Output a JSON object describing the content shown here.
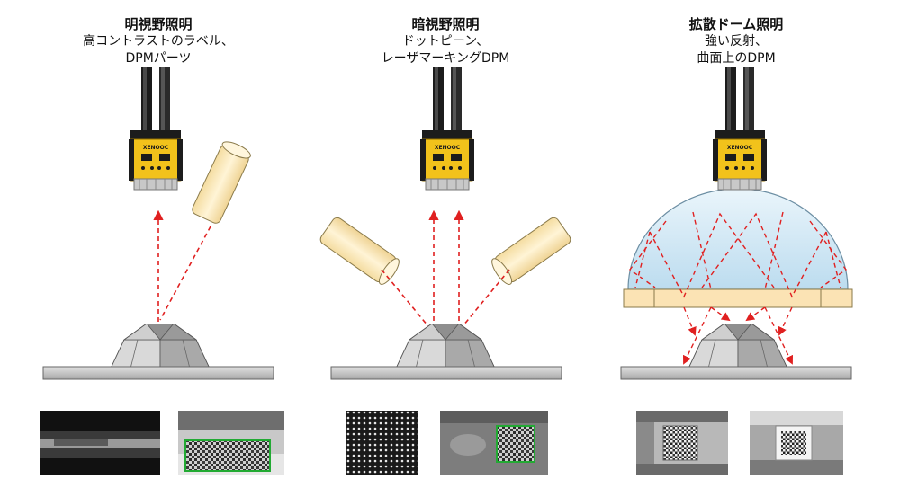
{
  "colors": {
    "camera_yellow": "#f2c21b",
    "camera_black": "#1c1c1c",
    "light_source": "#fbe9b8",
    "light_outline": "#8a7a4a",
    "beam_arrow": "#e02020",
    "dome_fill": "#cfe6f4",
    "dome_band": "#fbe3b4",
    "stage": "#cfcfcf",
    "sample_border": "#22aa33"
  },
  "camera_brand": "XENOOC",
  "panels": [
    {
      "name": "bright-field",
      "title": "明視野照明",
      "subtitle_lines": [
        "高コントラストのラベル、",
        "DPMパーツ"
      ],
      "lights": "single-angled-tube",
      "sample_codes": [
        "stamped-text",
        "datamatrix-on-metal"
      ]
    },
    {
      "name": "dark-field",
      "title": "暗視野照明",
      "subtitle_lines": [
        "ドットピーン、",
        "レーザマーキングDPM"
      ],
      "lights": "two-low-angle-tubes",
      "sample_codes": [
        "dot-peen-datamatrix",
        "laser-datamatrix"
      ]
    },
    {
      "name": "diffuse-dome",
      "title": "拡散ドーム照明",
      "subtitle_lines": [
        "強い反射、",
        "曲面上のDPM"
      ],
      "lights": "dome",
      "sample_codes": [
        "curved-datamatrix",
        "reflective-datamatrix"
      ]
    }
  ]
}
